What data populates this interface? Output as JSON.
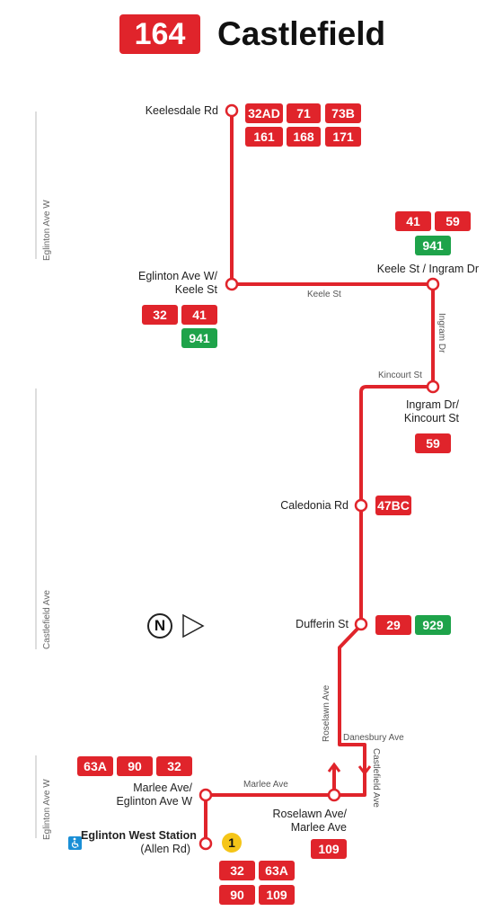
{
  "route": {
    "number": "164",
    "name": "Castlefield"
  },
  "colors": {
    "route": "#e0242b",
    "express": "#1ea34a",
    "subway": "#f5c518",
    "accessible": "#1a8fd6"
  },
  "stops": {
    "keelesdale": {
      "name": "Keelesdale Rd",
      "connections": [
        "32AD",
        "71",
        "73B",
        "161",
        "168",
        "171"
      ]
    },
    "eglinton_keele": {
      "name_line1": "Eglinton Ave W/",
      "name_line2": "Keele St",
      "connections": [
        "32",
        "41"
      ],
      "express": [
        "941"
      ]
    },
    "keele_ingram": {
      "name": "Keele St / Ingram Dr",
      "connections": [
        "41",
        "59"
      ],
      "express": [
        "941"
      ]
    },
    "ingram_kincourt": {
      "name_line1": "Ingram Dr/",
      "name_line2": "Kincourt St",
      "connections": [
        "59"
      ]
    },
    "caledonia": {
      "name": "Caledonia Rd",
      "connections": [
        "47BC"
      ]
    },
    "dufferin": {
      "name": "Dufferin St",
      "connections": [
        "29"
      ],
      "express": [
        "929"
      ]
    },
    "roselawn_marlee": {
      "name_line1": "Roselawn Ave/",
      "name_line2": "Marlee Ave",
      "connections": [
        "109"
      ]
    },
    "marlee_eglinton": {
      "name_line1": "Marlee Ave/",
      "name_line2": "Eglinton Ave W",
      "connections": [
        "63A",
        "90",
        "32"
      ]
    },
    "eglinton_west_station": {
      "name": "Eglinton West Station",
      "subtitle": "(Allen Rd)",
      "subway_line": "1",
      "connections": [
        "32",
        "63A",
        "90",
        "109"
      ]
    }
  },
  "streets": {
    "keele": "Keele St",
    "ingram": "Ingram Dr",
    "kincourt": "Kincourt St",
    "roselawn": "Roselawn Ave",
    "danesbury": "Danesbury Ave",
    "castlefield": "Castlefield Ave",
    "marlee": "Marlee Ave"
  },
  "side_labels": {
    "top": "Eglinton Ave W",
    "middle": "Castlefield Ave",
    "bottom": "Eglinton Ave W"
  },
  "north": {
    "letter": "N",
    "icon": "north-arrow-icon"
  },
  "accessible_icon": "wheelchair-icon"
}
